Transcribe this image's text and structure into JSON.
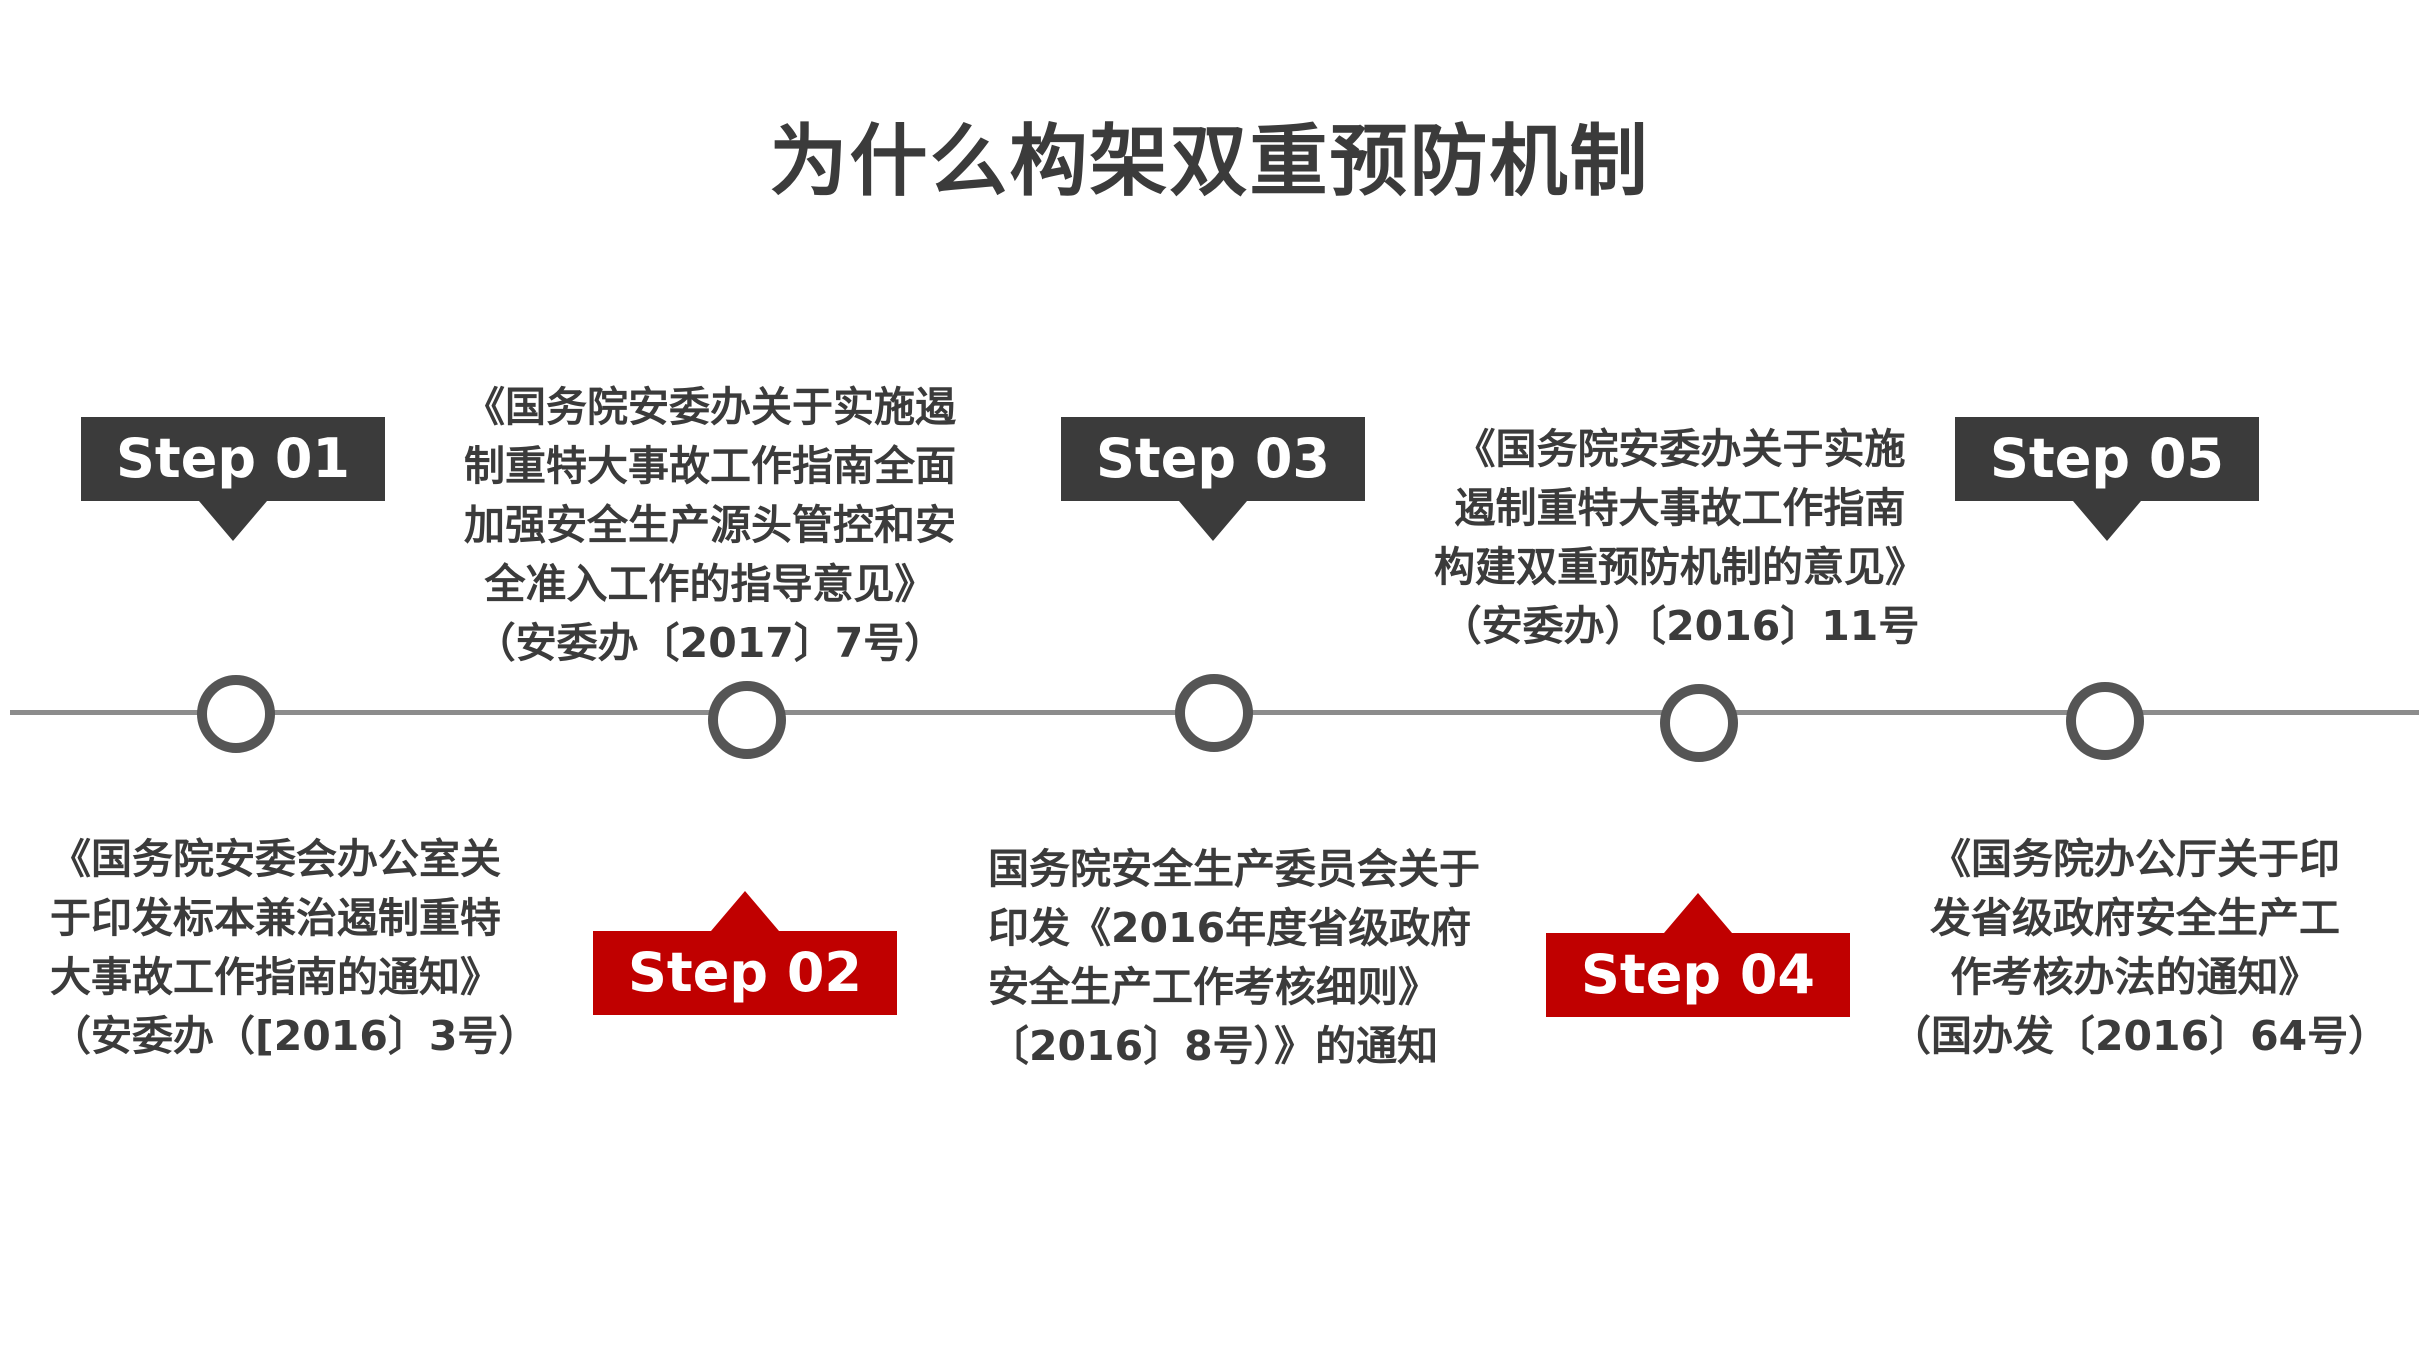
{
  "title": "为什么构架双重预防机制",
  "colors": {
    "dark": "#3b3b3b",
    "accent": "#c00000",
    "line": "#8c8c8c",
    "node_ring": "#555555"
  },
  "steps": [
    {
      "label": "Step 01",
      "style": "dark",
      "lines": [
        "《国务院安委会办公室关",
        "于印发标本兼治遏制重特",
        "大事故工作指南的通知》",
        "（安委办（[2016〕3号）"
      ]
    },
    {
      "label": "Step 02",
      "style": "red",
      "lines": [
        "《国务院安委办关于实施遏",
        "制重特大事故工作指南全面",
        "加强安全生产源头管控和安",
        "全准入工作的指导意见》",
        "（安委办〔2017〕7号）"
      ]
    },
    {
      "label": "Step 03",
      "style": "dark",
      "lines": [
        "国务院安全生产委员会关于",
        "印发《2016年度省级政府",
        "安全生产工作考核细则》",
        "〔2016〕8号）》的通知"
      ]
    },
    {
      "label": "Step 04",
      "style": "red",
      "lines": [
        "《国务院安委办关于实施",
        "遏制重特大事故工作指南",
        "构建双重预防机制的意见》",
        "（安委办）〔2016〕11号"
      ]
    },
    {
      "label": "Step 05",
      "style": "dark",
      "lines": [
        "《国务院办公厅关于印",
        "发省级政府安全生产工",
        "作考核办法的通知》",
        "（国办发〔2016〕64号）"
      ]
    }
  ]
}
